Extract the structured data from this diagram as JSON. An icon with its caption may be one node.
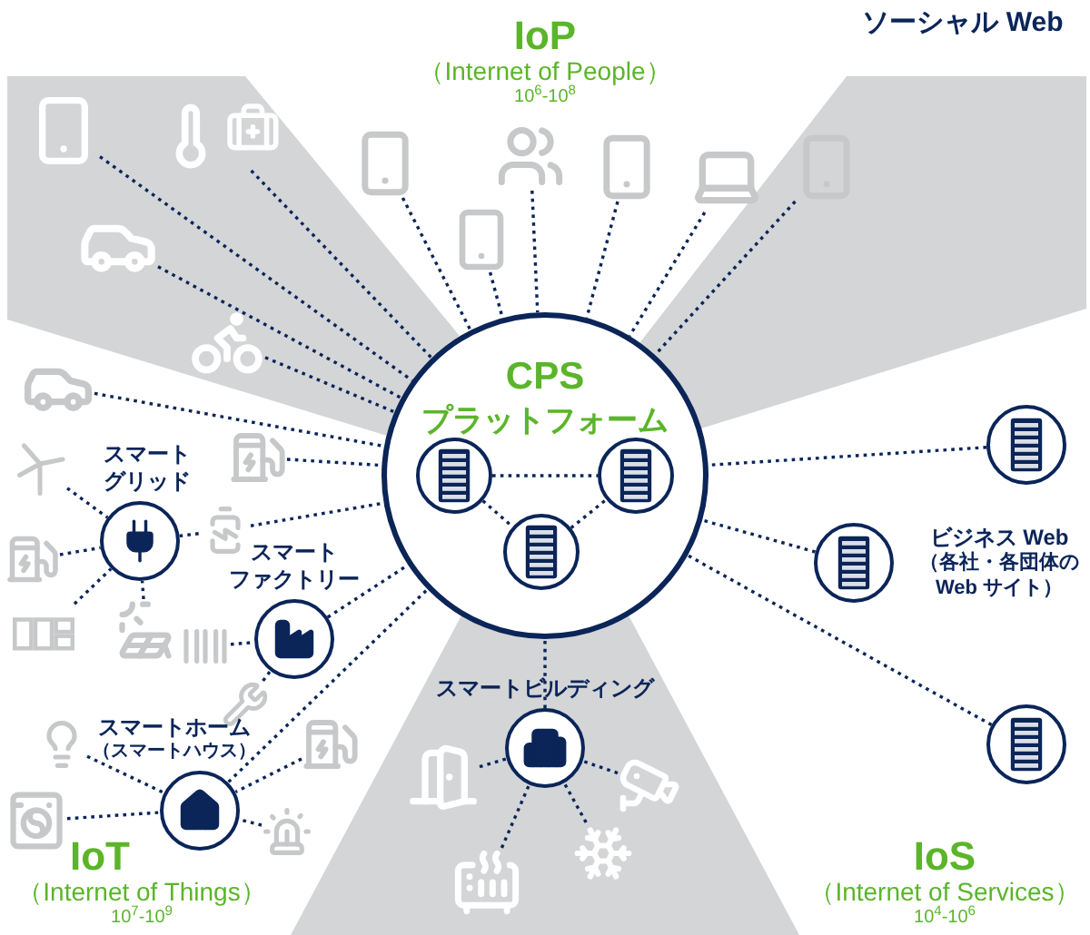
{
  "diagram": {
    "nodes": [
      {
        "text": [
          "CPS",
          "プラットフォーム"
        ]
      },
      {
        "text": [],
        "shape": "circle",
        "in": 0
      },
      {
        "text": [],
        "shape": "circle",
        "in": 0
      },
      {
        "text": [],
        "shape": "circle",
        "in": 0
      },
      {
        "text": [],
        "shape": "picture"
      },
      {
        "text": [],
        "shape": "picture"
      },
      {
        "text": [],
        "shape": "picture"
      },
      {
        "text": [],
        "shape": "picture"
      },
      {
        "text": [],
        "shape": "picture"
      },
      {
        "text": [],
        "shape": "picture"
      },
      {
        "text": [],
        "shape": "picture"
      },
      {
        "text": [],
        "shape": "picture"
      },
      {
        "text": [],
        "shape": "picture"
      },
      {
        "text": [],
        "shape": "picture"
      },
      {
        "text": [],
        "shape": "picture"
      },
      {
        "text": [
          "スマートグリッド"
        ]
      },
      {
        "text": [],
        "shape": "picture"
      },
      {
        "text": [],
        "shape": "picture"
      },
      {
        "text": [],
        "shape": "picture"
      },
      {
        "text": [],
        "shape": "picture"
      },
      {
        "text": [],
        "shape": "picture"
      },
      {
        "text": [],
        "shape": "picture"
      },
      {
        "text": [
          "スマートファクトリー"
        ]
      },
      {
        "text": [],
        "shape": "picture"
      },
      {
        "text": [],
        "shape": "picture"
      },
      {
        "text": [
          "スマートホーム",
          "（スマートハウス）"
        ]
      },
      {
        "text": [],
        "shape": "picture"
      },
      {
        "text": [],
        "shape": "picture"
      },
      {
        "text": [],
        "shape": "picture"
      },
      {
        "text": [],
        "shape": "picture"
      },
      {
        "text": [
          "スマートビルディング"
        ]
      },
      {
        "text": [],
        "shape": "picture"
      },
      {
        "text": [],
        "shape": "picture"
      },
      {
        "text": [],
        "shape": "picture"
      },
      {
        "text": [],
        "shape": "picture"
      },
      {
        "text": [],
        "shape": "circle"
      },
      {
        "text": [
          "ビジネス Web",
          "（各社・各団体のWeb サイト）"
        ]
      },
      {
        "text": [],
        "shape": "circle"
      }
    ],
    "edges": [
      {
        "from": 4,
        "to": 0,
        "arrow": "none"
      },
      {
        "from": 5,
        "to": 0,
        "arrow": "none"
      },
      {
        "from": 6,
        "to": 0,
        "arrow": "none"
      },
      {
        "from": 7,
        "to": 0,
        "arrow": "none"
      },
      {
        "from": 8,
        "to": 0,
        "arrow": "none"
      },
      {
        "from": 9,
        "to": 0,
        "arrow": "none"
      },
      {
        "from": 10,
        "to": 0,
        "arrow": "none"
      },
      {
        "from": 11,
        "to": 0,
        "arrow": "none"
      },
      {
        "from": 12,
        "to": 0,
        "arrow": "none"
      },
      {
        "from": 13,
        "to": 0,
        "arrow": "none"
      },
      {
        "from": 14,
        "to": 0,
        "arrow": "none"
      },
      {
        "from": 16,
        "to": 15,
        "arrow": "none"
      },
      {
        "from": 19,
        "to": 15,
        "arrow": "none"
      },
      {
        "from": 20,
        "to": 15,
        "arrow": "none"
      },
      {
        "from": 21,
        "to": 15,
        "arrow": "none"
      },
      {
        "from": 15,
        "to": 18,
        "arrow": "none"
      },
      {
        "from": 18,
        "to": 0,
        "arrow": "none"
      },
      {
        "from": 17,
        "to": 0,
        "arrow": "none"
      },
      {
        "from": 23,
        "to": 22,
        "arrow": "none"
      },
      {
        "from": 24,
        "to": 22,
        "arrow": "none"
      },
      {
        "from": 22,
        "to": 0,
        "arrow": "none"
      },
      {
        "from": 26,
        "to": 25,
        "arrow": "none"
      },
      {
        "from": 27,
        "to": 25,
        "arrow": "none"
      },
      {
        "from": 28,
        "to": 25,
        "arrow": "none"
      },
      {
        "from": 29,
        "to": 25,
        "arrow": "none"
      },
      {
        "from": 25,
        "to": 0,
        "arrow": "none"
      },
      {
        "from": 31,
        "to": 30,
        "arrow": "none"
      },
      {
        "from": 32,
        "to": 30,
        "arrow": "none"
      },
      {
        "from": 33,
        "to": 30,
        "arrow": "none"
      },
      {
        "from": 34,
        "to": 30,
        "arrow": "none"
      },
      {
        "from": 30,
        "to": 0,
        "arrow": "none"
      },
      {
        "from": 35,
        "to": 0,
        "arrow": "none"
      },
      {
        "from": 36,
        "to": 0,
        "arrow": "none"
      },
      {
        "from": 37,
        "to": 0,
        "arrow": "none"
      },
      {
        "from": 1,
        "to": 2,
        "arrow": "none"
      },
      {
        "from": 1,
        "to": 3,
        "arrow": "none"
      },
      {
        "from": 3,
        "to": 2,
        "arrow": "none"
      }
    ],
    "labels": [
      "IoP",
      "（Internet of People）",
      "10$^{6}$-10$^{8}$",
      "ソーシャル Web",
      "IoT",
      "（Internet of Things）",
      "10$^{7}$-10$^{9}$",
      "IoS",
      "（Internet of Services）",
      "10$^{4}$-10$^{6}$"
    ]
  }
}
